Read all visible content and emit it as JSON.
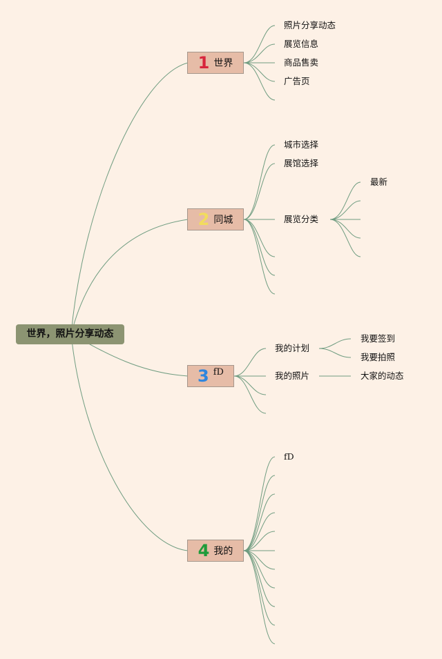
{
  "root": {
    "label": "世界，照片分享动态"
  },
  "branches": [
    {
      "number": "1",
      "number_color": "#d7263d",
      "label": "世界",
      "children": [
        "照片分享动态",
        "展览信息",
        "商品售卖",
        "广告页"
      ]
    },
    {
      "number": "2",
      "number_color": "#f2dc5d",
      "label": "同城",
      "children": [
        "城市选择",
        "展馆选择",
        "展览分类"
      ],
      "grandchildren": [
        "最新"
      ]
    },
    {
      "number": "3",
      "number_color": "#2e86de",
      "label": "fD",
      "children": [
        "我的计划",
        "我的照片"
      ],
      "plan_children": [
        "我要签到",
        "我要拍照"
      ],
      "photo_children": [
        "大家的动态"
      ]
    },
    {
      "number": "4",
      "number_color": "#1e9b3a",
      "label": "我的",
      "children": [
        "fD"
      ]
    }
  ],
  "colors": {
    "background": "#fdf1e6",
    "root_fill": "#8c9472",
    "branch_fill": "#e6bca7",
    "connector": "#6f9c80"
  }
}
